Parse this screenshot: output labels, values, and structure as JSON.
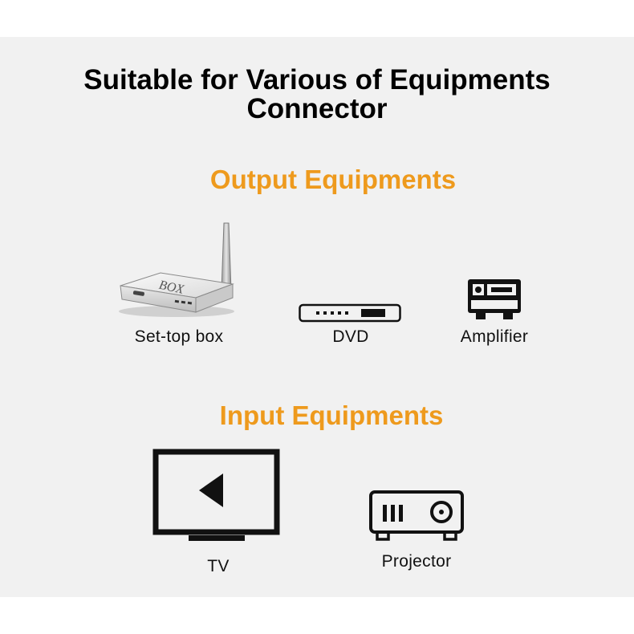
{
  "title": {
    "line1": "Suitable for Various of Equipments",
    "line2": "Connector"
  },
  "output_section": {
    "heading": "Output Equipments",
    "devices": [
      {
        "label": "Set-top box",
        "icon": "set-top-box-icon",
        "box_text": "BOX"
      },
      {
        "label": "DVD",
        "icon": "dvd-player-icon"
      },
      {
        "label": "Amplifier",
        "icon": "amplifier-icon"
      }
    ]
  },
  "input_section": {
    "heading": "Input Equipments",
    "devices": [
      {
        "label": "TV",
        "icon": "tv-icon"
      },
      {
        "label": "Projector",
        "icon": "projector-icon"
      }
    ]
  },
  "colors": {
    "accent": "#ee9a1d",
    "background": "#f1f1f1",
    "text": "#111111"
  }
}
